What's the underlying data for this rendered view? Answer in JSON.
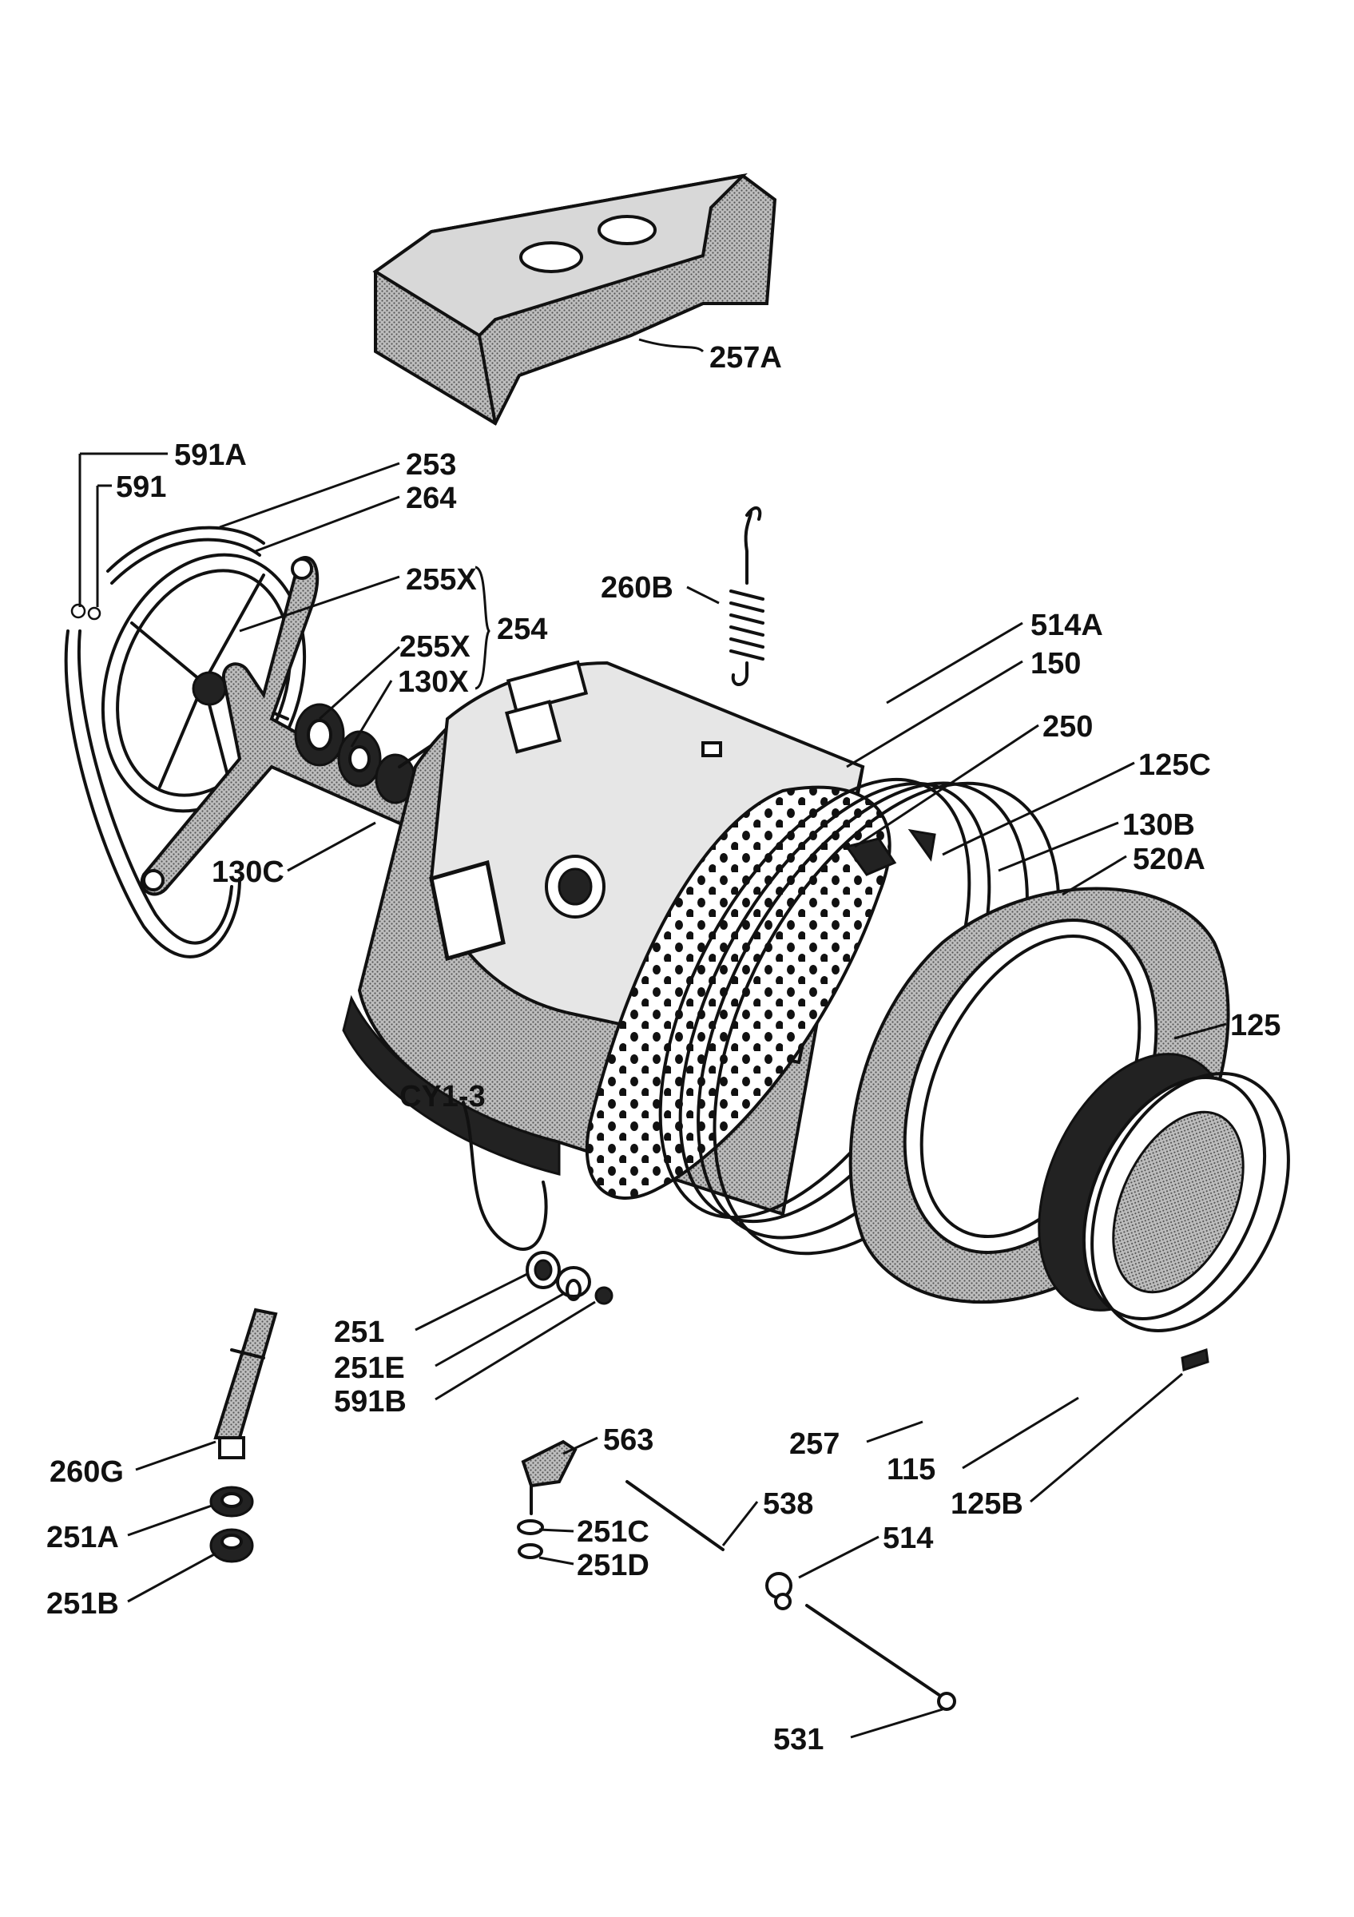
{
  "diagram": {
    "drum_marking": "CY1-3",
    "labels": [
      {
        "id": "257a",
        "text": "257A"
      },
      {
        "id": "591a",
        "text": "591A"
      },
      {
        "id": "591",
        "text": "591"
      },
      {
        "id": "253",
        "text": "253"
      },
      {
        "id": "264",
        "text": "264"
      },
      {
        "id": "255x-1",
        "text": "255X"
      },
      {
        "id": "255x-2",
        "text": "255X"
      },
      {
        "id": "254",
        "text": "254"
      },
      {
        "id": "130x",
        "text": "130X"
      },
      {
        "id": "260b",
        "text": "260B"
      },
      {
        "id": "514a",
        "text": "514A"
      },
      {
        "id": "150",
        "text": "150"
      },
      {
        "id": "250",
        "text": "250"
      },
      {
        "id": "125c",
        "text": "125C"
      },
      {
        "id": "130b",
        "text": "130B"
      },
      {
        "id": "520a",
        "text": "520A"
      },
      {
        "id": "125",
        "text": "125"
      },
      {
        "id": "130c",
        "text": "130C"
      },
      {
        "id": "251",
        "text": "251"
      },
      {
        "id": "251e",
        "text": "251E"
      },
      {
        "id": "591b",
        "text": "591B"
      },
      {
        "id": "257",
        "text": "257"
      },
      {
        "id": "115",
        "text": "115"
      },
      {
        "id": "125b",
        "text": "125B"
      },
      {
        "id": "563",
        "text": "563"
      },
      {
        "id": "538",
        "text": "538"
      },
      {
        "id": "251c",
        "text": "251C"
      },
      {
        "id": "251d",
        "text": "251D"
      },
      {
        "id": "514",
        "text": "514"
      },
      {
        "id": "260g",
        "text": "260G"
      },
      {
        "id": "251a",
        "text": "251A"
      },
      {
        "id": "251b",
        "text": "251B"
      },
      {
        "id": "531",
        "text": "531"
      }
    ]
  }
}
